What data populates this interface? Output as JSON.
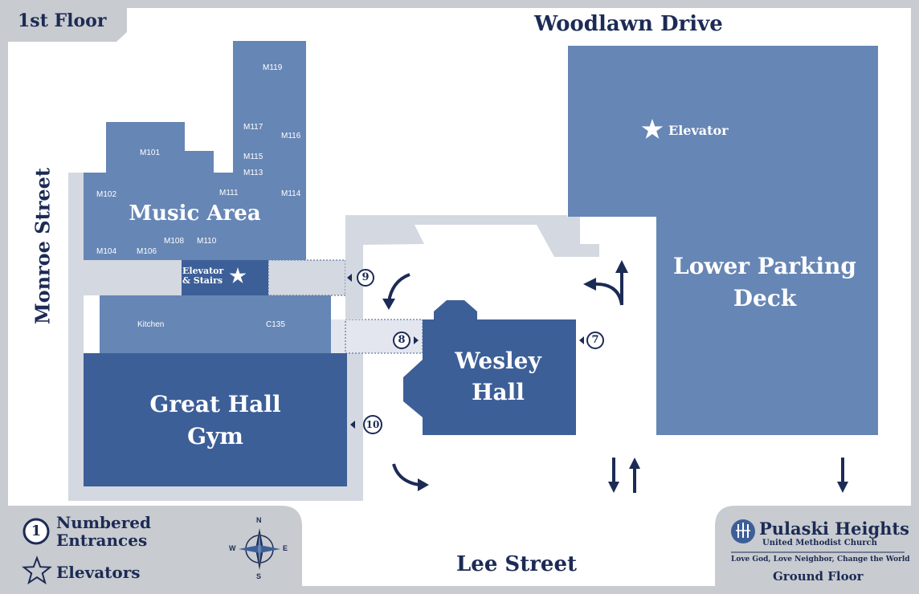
{
  "floor_tag": "1st Floor",
  "streets": {
    "north": "Woodlawn Drive",
    "west": "Monroe Street",
    "south": "Lee Street"
  },
  "buildings": {
    "music": "Music Area",
    "great_hall": {
      "line1": "Great Hall",
      "line2": "Gym"
    },
    "wesley": {
      "line1": "Wesley",
      "line2": "Hall"
    },
    "parking": {
      "line1": "Lower Parking",
      "line2": "Deck"
    }
  },
  "rooms": {
    "m119": "M119",
    "m117": "M117",
    "m116": "M116",
    "m101": "M101",
    "m115": "M115",
    "m113": "M113",
    "m102": "M102",
    "m111": "M111",
    "m114": "M114",
    "m108": "M108",
    "m110": "M110",
    "m104": "M104",
    "m106": "M106",
    "kitchen": "Kitchen",
    "c135": "C135"
  },
  "elevators": {
    "stairs_line1": "Elevator",
    "stairs_line2": "& Stairs",
    "parking": "Elevator"
  },
  "entrances": [
    "9",
    "8",
    "7",
    "10"
  ],
  "legend": {
    "badge_number": "1",
    "numbered_line1": "Numbered",
    "numbered_line2": "Entrances",
    "elevators": "Elevators"
  },
  "compass": {
    "n": "N",
    "e": "E",
    "s": "S",
    "w": "W"
  },
  "logo": {
    "name": "Pulaski Heights",
    "subtitle": "United Methodist Church",
    "tagline": "Love God, Love Neighbor, Change the World",
    "floor": "Ground Floor"
  },
  "colors": {
    "frame_gray": "#c8cbcf",
    "pavement": "#d4d8e0",
    "building_light": "#6686b5",
    "building_dark": "#3d5f98",
    "navy_text": "#1c2b55"
  }
}
